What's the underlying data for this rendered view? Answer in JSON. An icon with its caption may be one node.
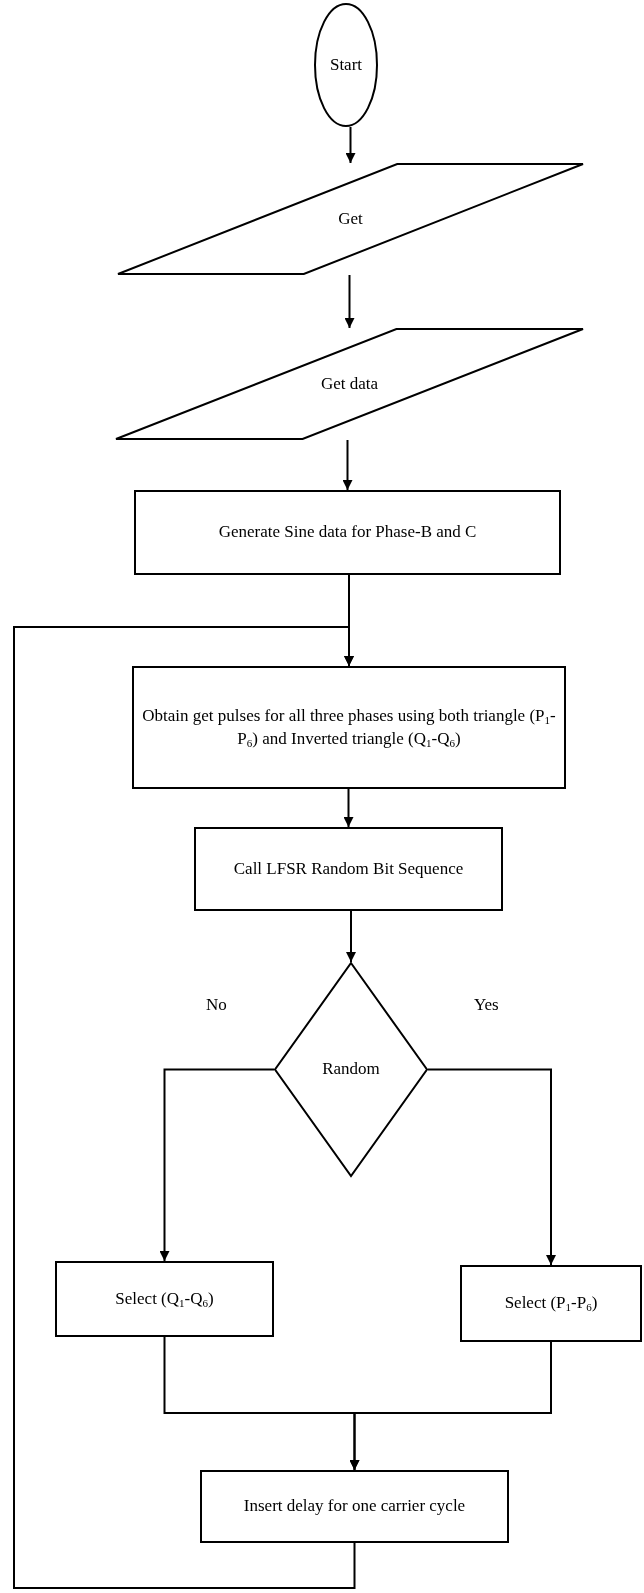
{
  "diagram": {
    "nodes": [
      {
        "text": [
          "Start"
        ]
      },
      {
        "text": [
          "Get"
        ]
      },
      {
        "text": [
          "Get data"
        ]
      },
      {
        "text": [
          "Generate Sine data for Phase-B and C"
        ]
      },
      {
        "text": [
          "Obtain get pulses for all three phases using both triangle (P$_{1}$-P$_{6}$) and Inverted triangle (Q$_{1}$-Q$_{6}$)"
        ]
      },
      {
        "text": [
          "Call LFSR Random Bit Sequence"
        ]
      },
      {
        "text": [
          "Random"
        ]
      },
      {
        "text": [
          "Select (Q$_{1}$-Q$_{6}$)"
        ]
      },
      {
        "text": [
          "Select (P$_{1}$-P$_{6}$)"
        ]
      },
      {
        "text": [
          "Insert delay for one carrier cycle"
        ]
      }
    ],
    "edges": [
      {
        "from": 0,
        "to": 1,
        "arrow": "to"
      },
      {
        "from": 1,
        "to": 2,
        "arrow": "to"
      },
      {
        "from": 2,
        "to": 3,
        "arrow": "to"
      },
      {
        "from": 3,
        "to": 4,
        "arrow": "to"
      },
      {
        "from": 4,
        "to": 5,
        "arrow": "to"
      },
      {
        "from": 5,
        "to": 6,
        "arrow": "to"
      },
      {
        "from": 6,
        "to": 7,
        "arrow": "to",
        "label": "No"
      },
      {
        "from": 6,
        "to": 8,
        "arrow": "to",
        "label": "Yes"
      },
      {
        "from": 7,
        "to": 9,
        "arrow": "to"
      },
      {
        "from": 8,
        "to": 9,
        "arrow": "to"
      },
      {
        "from": 9,
        "to": 4,
        "arrow": "to"
      }
    ]
  }
}
